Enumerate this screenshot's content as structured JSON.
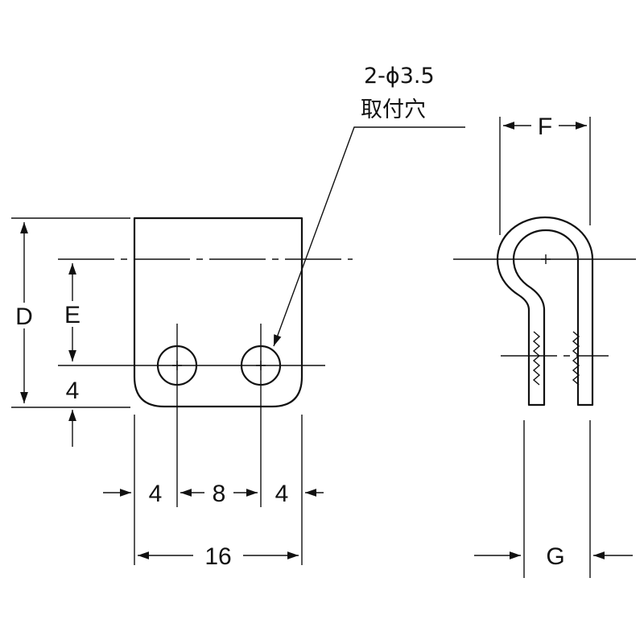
{
  "note": {
    "holes": "2-ϕ3.5",
    "purpose": "取付穴"
  },
  "dimensions": {
    "d": "D",
    "e": "E",
    "bottom_margin": "4",
    "left_margin": "4",
    "hole_pitch": "8",
    "right_margin": "4",
    "overall_width": "16",
    "f": "F",
    "g": "G"
  },
  "colors": {
    "line": "#111111",
    "background": "#ffffff"
  }
}
